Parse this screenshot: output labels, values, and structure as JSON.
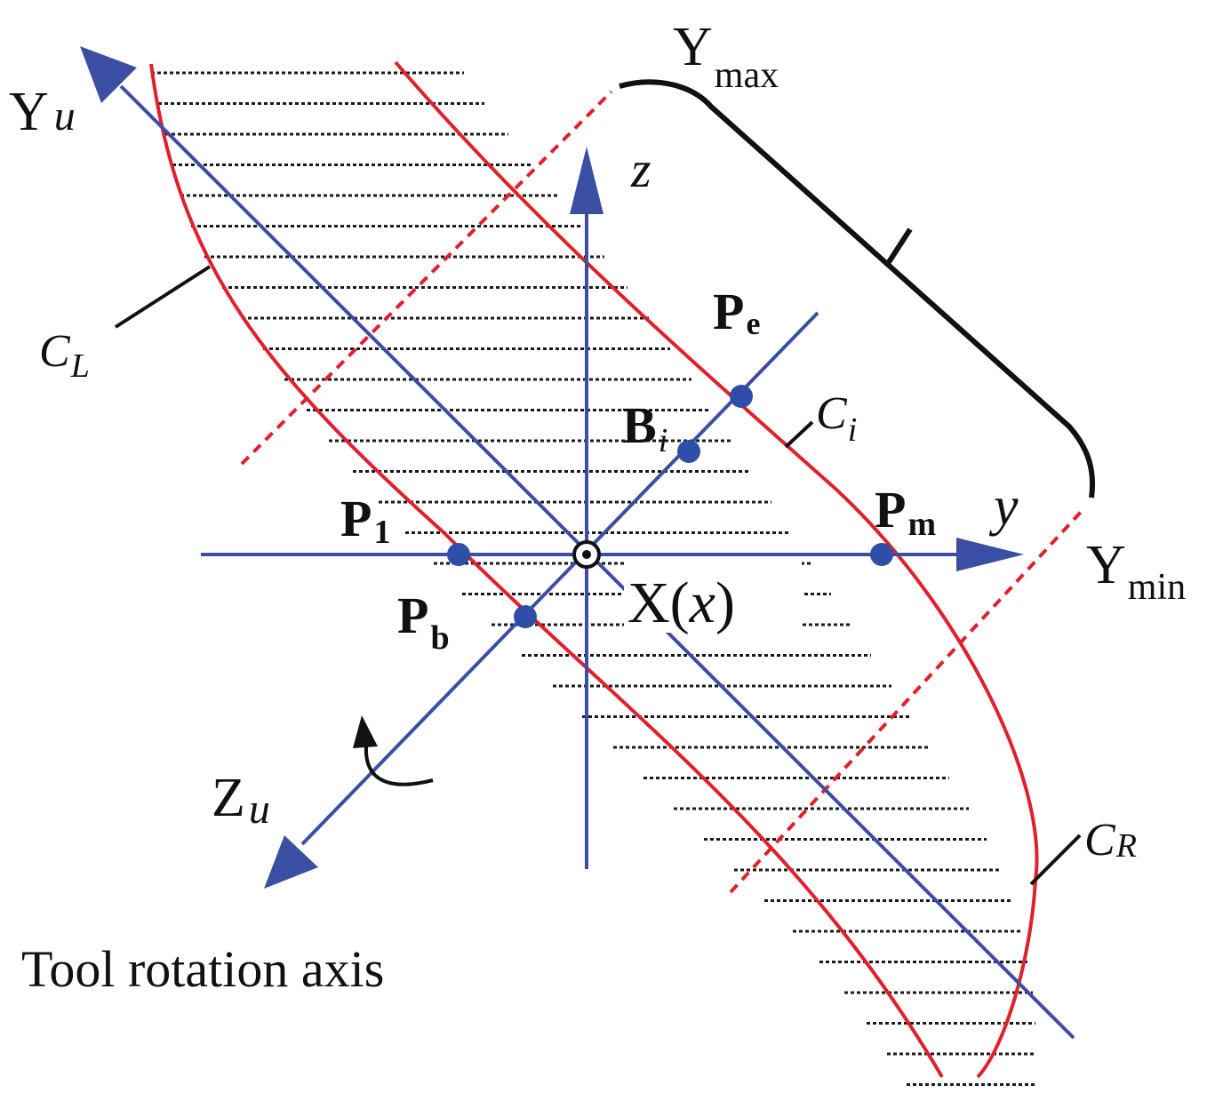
{
  "colors": {
    "axis": "#3a4fa3",
    "curve": "#e0202a",
    "dashed": "#e0202a",
    "bracket": "#111111",
    "hatch": "#1a1a1a",
    "point": "#2f4ea8",
    "text": "#111111"
  },
  "labels": {
    "yu": {
      "main": "Y",
      "sub": "u"
    },
    "zu": {
      "main": "Z",
      "sub": "u"
    },
    "z": "z",
    "y": "y",
    "ymax": {
      "main": "Y",
      "sub": "max"
    },
    "ymin": {
      "main": "Y",
      "sub": "min"
    },
    "cl": {
      "main": "C",
      "sub": "L"
    },
    "cr": {
      "main": "C",
      "sub": "R"
    },
    "ci": {
      "main": "C",
      "sub": "i"
    },
    "pe": {
      "main": "P",
      "sub": "e"
    },
    "pm": {
      "main": "P",
      "sub": "m"
    },
    "p1": {
      "main": "P",
      "sub": "1"
    },
    "pb": {
      "main": "P",
      "sub": "b"
    },
    "bi": {
      "main": "B",
      "sub": "i"
    },
    "x_pre": "X(",
    "x_var": "x",
    "x_post": ")",
    "tool": "Tool rotation axis"
  },
  "icons": {
    "rotation": "rotation-arrow-icon",
    "origin": "origin-dot-icon"
  }
}
